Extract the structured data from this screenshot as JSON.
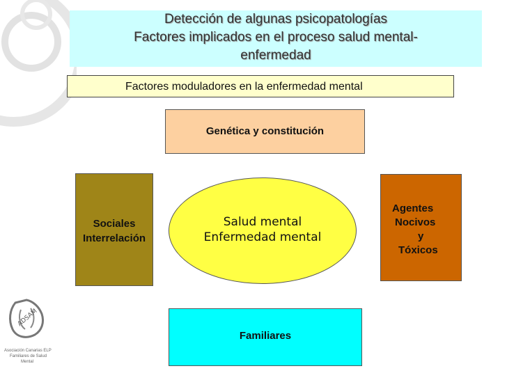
{
  "title": {
    "line1": "Detección de algunas psicopatologías",
    "line2": "Factores implicados en el proceso salud mental-",
    "line3": "enfermedad"
  },
  "subtitle": "Factores moduladores en la enfermedad mental",
  "boxes": {
    "genetica": "Genética y constitución",
    "sociales": [
      "Sociales",
      "Interrelación"
    ],
    "agentes": [
      "Agentes",
      "Nocivos",
      "y",
      "Tóxicos"
    ],
    "familiares": "Familiares"
  },
  "center": {
    "line1": "Salud mental",
    "line2": "Enfermedad mental"
  },
  "logo": {
    "mark": "ADSAM",
    "caption": [
      "Asociación Canarias ELP",
      "Familiares de Salud",
      "Mental"
    ]
  },
  "colors": {
    "title_bg": "#ccffff",
    "subtitle_bg": "#ffffcc",
    "genetica": "#fdd0a0",
    "sociales": "#9f8518",
    "agentes": "#cc6600",
    "familiares": "#00ffff",
    "center": "#ffff44"
  }
}
